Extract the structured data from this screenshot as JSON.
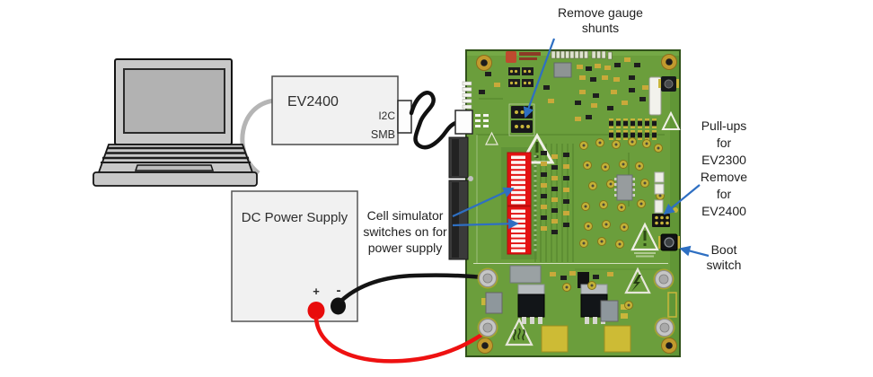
{
  "labels": {
    "ev2400": "EV2400",
    "i2c_port": "I2C",
    "smb_port": "SMB",
    "dc_power_supply": "DC Power Supply",
    "plus_terminal": "+",
    "minus_terminal": "-"
  },
  "annotations": {
    "remove_gauge_shunts": "Remove gauge\nshunts",
    "cell_simulator": "Cell simulator\nswitches on for\npower supply",
    "pullups": "Pull-ups\nfor\nEV2300\nRemove\nfor\nEV2400",
    "boot_switch": "Boot\nswitch"
  },
  "colors": {
    "arrow_blue": "#2e6fc2",
    "pcb_green": "#6b9e3c",
    "dip_red": "#e31212",
    "wire_red": "#ee1111",
    "wire_black": "#141414",
    "box_fill": "#f1f1f1",
    "laptop_gray": "#c8c8c8",
    "annotation_text": "#1f1f1f"
  }
}
